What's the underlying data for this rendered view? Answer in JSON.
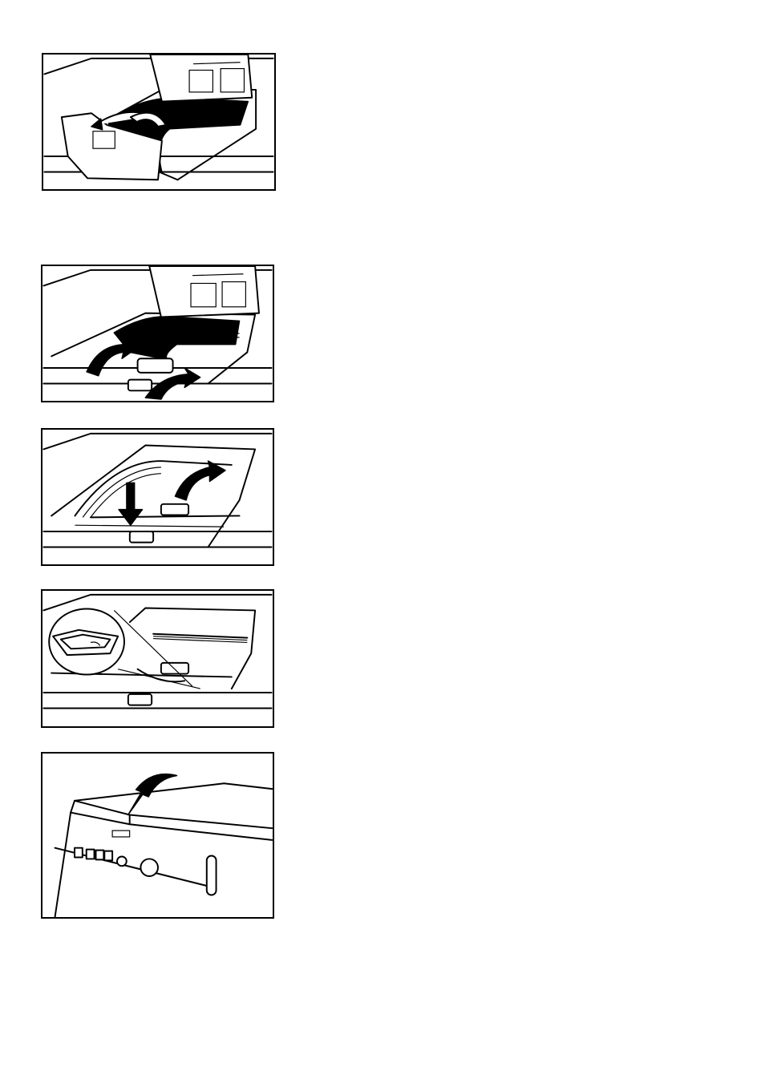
{
  "figures": [
    {
      "id": "fig1",
      "name": "open-drum-flap-illustration",
      "icon": "rotate-arrow-icon"
    },
    {
      "id": "fig2",
      "name": "lift-drum-flaps-illustration",
      "icon": "curved-arrow-icon"
    },
    {
      "id": "fig3",
      "name": "close-drum-flaps-illustration",
      "icon": "down-arrow-icon"
    },
    {
      "id": "fig4",
      "name": "flap-catch-detail-illustration",
      "icon": "magnifier-detail-icon"
    },
    {
      "id": "fig5",
      "name": "close-lid-illustration",
      "icon": "down-arrow-icon"
    }
  ],
  "colors": {
    "ink": "#000000",
    "paper": "#ffffff"
  }
}
